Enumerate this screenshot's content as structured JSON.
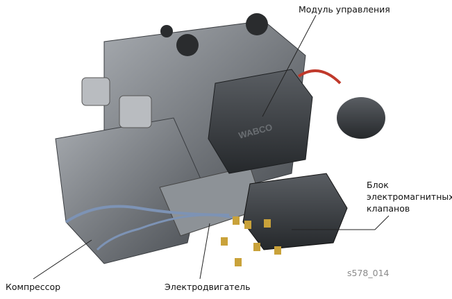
{
  "labels": {
    "control_module": "Модуль управления",
    "valve_block": [
      "Блок",
      "электромагнитных",
      "клапанов"
    ],
    "compressor": "Компрессор",
    "motor": "Электродвигатель"
  },
  "figure_id": "s578_014",
  "logo_text": "WABCO",
  "colors": {
    "body": "#6f7479",
    "dark": "#2e3135",
    "brass": "#c9a23a",
    "hose": "#7d93b5",
    "red": "#c0392b"
  }
}
